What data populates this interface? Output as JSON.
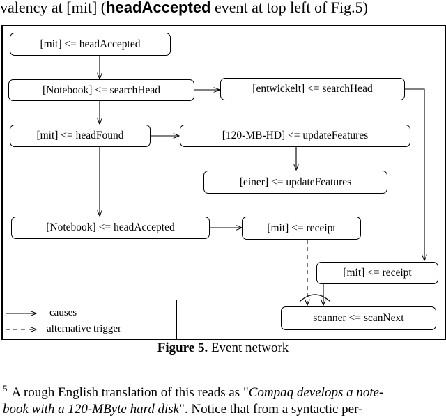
{
  "header_text": {
    "before": "valency at [mit] (",
    "bold": "headAccepted",
    "after": " event at top left of Fig.5)"
  },
  "nodes": {
    "n1": "[mit] <= headAccepted",
    "n2": "[Notebook] <= searchHead",
    "n3": "[entwickelt] <= searchHead",
    "n4": "[mit] <= headFound",
    "n5": "[120-MB-HD] <= updateFeatures",
    "n6": "[einer] <= updateFeatures",
    "n7": "[Notebook] <= headAccepted",
    "n8": "[mit] <= receipt",
    "n9": "[mit] <= receipt",
    "n10": "scanner <= scanNext"
  },
  "legend": {
    "causes": "causes",
    "alternative": "alternative trigger"
  },
  "caption": {
    "label": "Figure 5.",
    "text": " Event network"
  },
  "footnote": {
    "number": "5",
    "lead": "A rough English translation of this reads as \"",
    "italic1": "Compaq develops a note-",
    "italic2": "book with a 120-MByte hard disk",
    "tail": "\". Notice that from a syntactic per-"
  },
  "colors": {
    "line": "#000000",
    "background": "#ffffff"
  }
}
